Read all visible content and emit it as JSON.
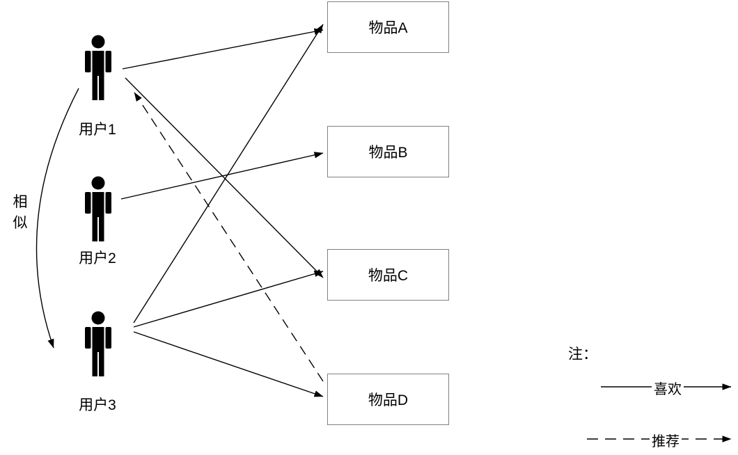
{
  "users": [
    {
      "label": "用户1"
    },
    {
      "label": "用户2"
    },
    {
      "label": "用户3"
    }
  ],
  "items": [
    {
      "label": "物品A"
    },
    {
      "label": "物品B"
    },
    {
      "label": "物品C"
    },
    {
      "label": "物品D"
    }
  ],
  "similar_label": "相似",
  "legend": {
    "note": "注：",
    "like_label": "喜欢",
    "recommend_label": "推荐"
  },
  "edges": {
    "like": [
      {
        "from": "用户1",
        "to": "物品A"
      },
      {
        "from": "用户1",
        "to": "物品C"
      },
      {
        "from": "用户2",
        "to": "物品B"
      },
      {
        "from": "用户3",
        "to": "物品A"
      },
      {
        "from": "用户3",
        "to": "物品C"
      },
      {
        "from": "用户3",
        "to": "物品D"
      }
    ],
    "recommend": [
      {
        "from": "物品D",
        "to": "用户1"
      }
    ],
    "similar": [
      {
        "between": [
          "用户1",
          "用户3"
        ]
      }
    ]
  },
  "colors": {
    "line": "#000000",
    "box_border": "#808080",
    "icon": "#000000",
    "background": "#ffffff"
  }
}
